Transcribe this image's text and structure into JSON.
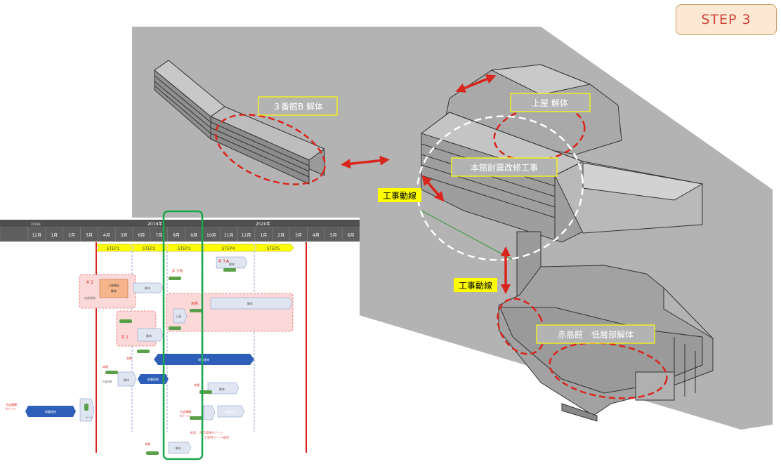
{
  "step_badge": "STEP 3",
  "labels": {
    "building3b": "３番館B 解体",
    "upper": "上屋 解体",
    "main_seismic": "本館耐震改修工事",
    "route1": "工事動線",
    "route2": "工事動線",
    "akashima": "赤島館　低層部解体"
  },
  "schedule": {
    "year_left": "2019年",
    "year_right": "2020年",
    "year_small": "2018年",
    "months": [
      "12月",
      "1月",
      "2月",
      "3月",
      "4月",
      "5月",
      "6月",
      "7月",
      "8月",
      "9月",
      "10月",
      "11月",
      "12月",
      "1月",
      "2月",
      "3月",
      "4月",
      "5月",
      "6月"
    ],
    "steps": [
      "STEP1",
      "STEP2",
      "STEP3",
      "STEP4",
      "STEP5"
    ],
    "texts": {
      "m2": "＃２",
      "m3b": "＃３B",
      "m3a": "＃３A",
      "m1": "＃１",
      "kaitai": "解体",
      "jyoya": "上屋",
      "akashima": "赤島",
      "naibu": "内部改修",
      "honkan": "本館",
      "honkan_a": "本館",
      "honkan_b": "本館",
      "kakushu": "耐震改修",
      "jyotai": "上屋撤去",
      "otemon": "大広間棟",
      "otemon_z": "Aゾーン",
      "otemon2": "大広間棟",
      "otemon2_z": "Aゾーン",
      "bottom_note1": "本館、大広間棟Aゾーン",
      "bottom_note2": "工事用ヤード確保",
      "yard": "ヤード",
      "naibu_small": "内部改修"
    }
  },
  "colors": {
    "ground": "#b3b3b3",
    "red": "#d9251c",
    "green": "#1aa64a",
    "yellow": "#ffff00",
    "badge_bg": "#fde9d3",
    "badge_text": "#d0443a"
  }
}
